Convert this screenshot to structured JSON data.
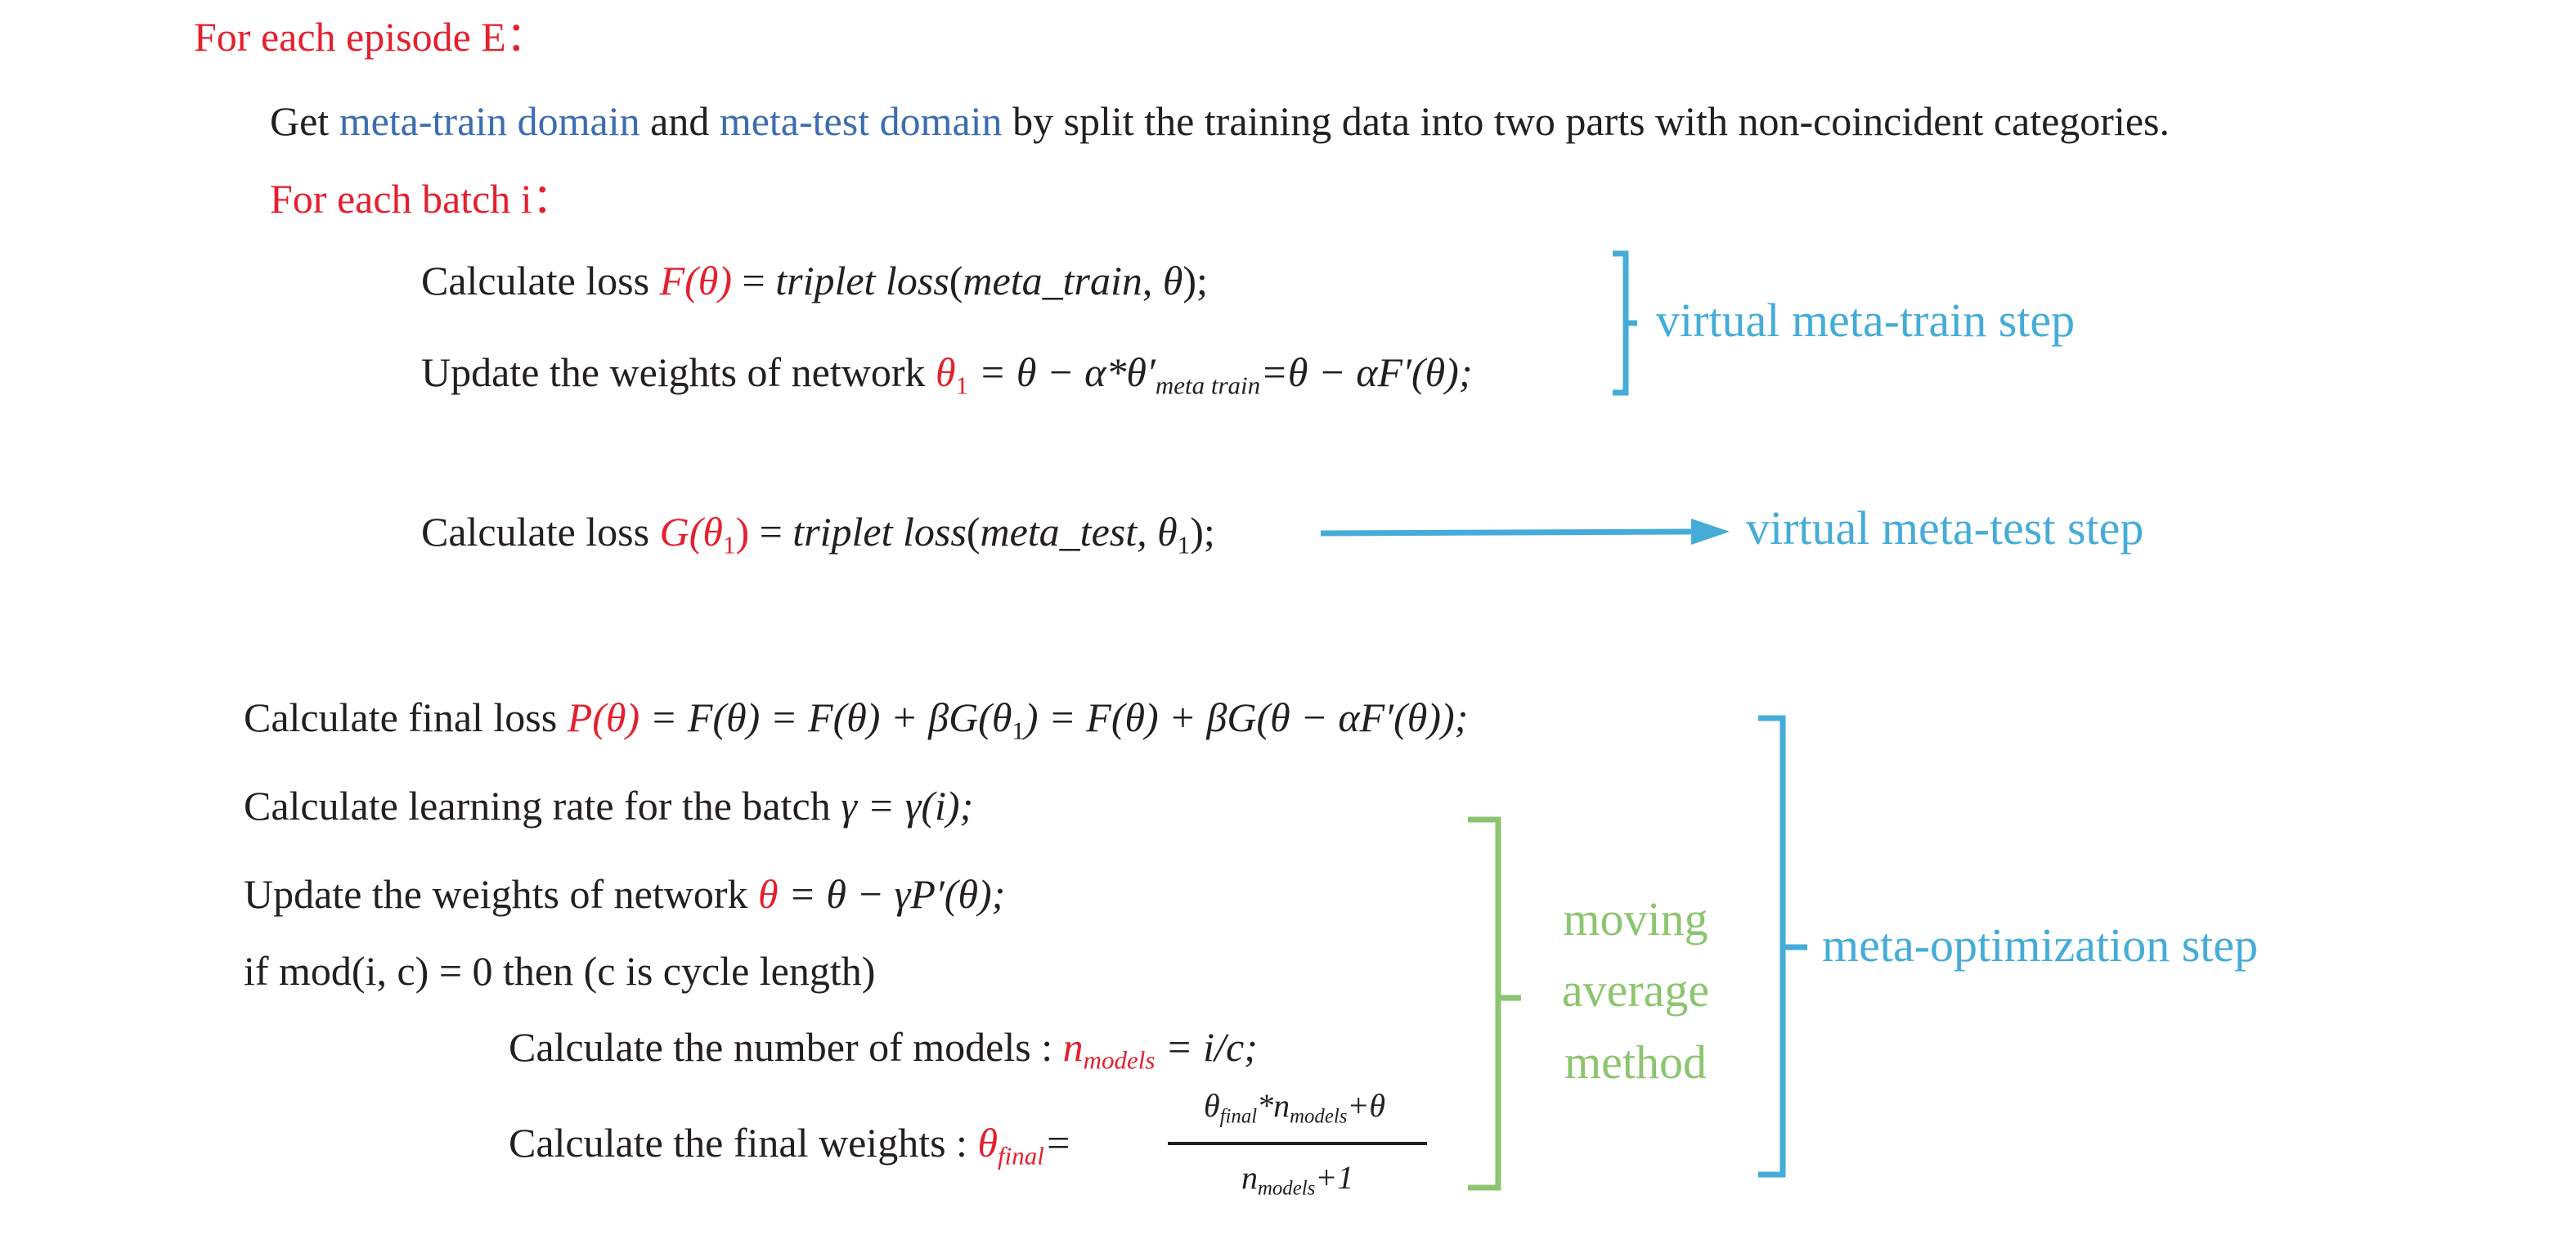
{
  "colors": {
    "text": "#231f20",
    "red": "#e5202e",
    "dark_blue": "#3c6db2",
    "light_blue": "#45acd8",
    "green": "#8cc56f"
  },
  "episode_header": "For each episode E：",
  "split_line": {
    "pre": "Get ",
    "meta_train_domain": "meta-train domain",
    "mid": " and ",
    "meta_test_domain": "meta-test domain",
    "post": " by split the training data into two parts with non-coincident categories."
  },
  "batch_header": "For each batch i：",
  "step1": {
    "pre": "Calculate loss ",
    "highlight": "F(θ)",
    "eq": " = ",
    "fn": "triplet loss",
    "args_open": "(",
    "arg1": "meta_train",
    "args_mid": ", ",
    "arg2": "θ",
    "args_close": ");"
  },
  "step2": {
    "pre": "Update the weights of network ",
    "highlight": "θ",
    "highlight_sub": "1",
    "eq1": " = θ − α*θ′",
    "eq1_sub": "meta train",
    "eq2": "=θ − αF′(θ);"
  },
  "step3": {
    "pre": "Calculate loss ",
    "highlight": "G(θ",
    "highlight_sub": "1",
    "highlight_close": ")",
    "eq": " = ",
    "fn": "triplet loss",
    "args_open": "(",
    "arg1": "meta_test",
    "args_mid": ", θ",
    "arg2_sub": "1",
    "args_close": ");"
  },
  "labels": {
    "virtual_meta_train": "virtual meta-train step",
    "virtual_meta_test": "virtual meta-test step",
    "meta_optimization": "meta-optimization step",
    "moving_average": [
      "moving",
      "average",
      "method"
    ]
  },
  "step4": {
    "pre": "Calculate final loss ",
    "highlight": "P(θ)",
    "eq_a": " = F(θ) = F(θ) + βG(θ",
    "eq_a_sub": "1",
    "eq_b": ") = F(θ) + βG(θ − αF′(θ));"
  },
  "step5": {
    "pre": "Calculate learning rate for the batch ",
    "eq": "γ = γ(i);"
  },
  "step6": {
    "pre": "Update the weights of network ",
    "highlight": "θ",
    "eq": " = θ − γP′(θ);"
  },
  "step7": {
    "text": "if mod(i, c) = 0 then (c is cycle length)"
  },
  "step8": {
    "pre": "Calculate the number of models : ",
    "highlight": "n",
    "highlight_sub": "models",
    "eq": " = i/c;"
  },
  "step9": {
    "pre": "Calculate the final weights : ",
    "highlight": "θ",
    "highlight_sub": "final",
    "eq": "=",
    "num_theta": "θ",
    "num_theta_sub": "final",
    "num_mid": "*n",
    "num_n_sub": "models",
    "num_end": "+θ",
    "den_n": "n",
    "den_n_sub": "models",
    "den_end": "+1"
  }
}
